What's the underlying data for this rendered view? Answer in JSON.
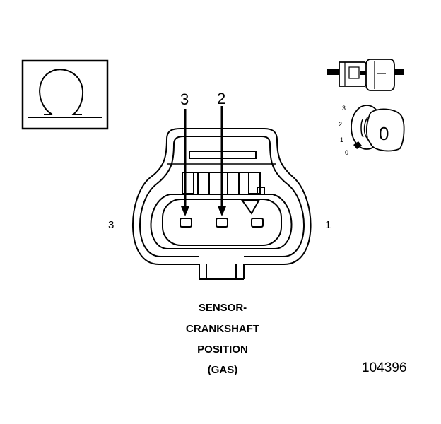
{
  "symbol": {
    "name": "ohm-icon"
  },
  "top_pin_labels": {
    "left": "3",
    "right": "2"
  },
  "side_labels": {
    "left": "3",
    "right": "1"
  },
  "position_scale": [
    "3",
    "2",
    "1",
    "0"
  ],
  "view_label": "0",
  "caption": [
    "SENSOR-",
    "CRANKSHAFT",
    "POSITION",
    "(GAS)"
  ],
  "reference_number": "104396"
}
